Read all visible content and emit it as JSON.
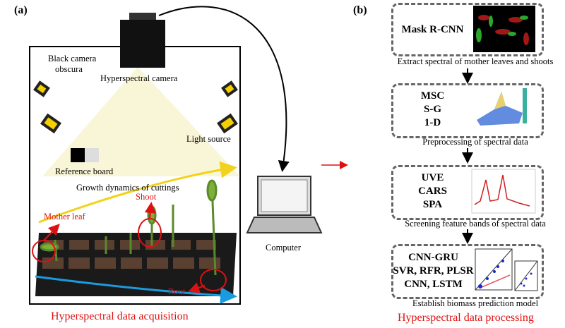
{
  "panel_a": {
    "label": "(a)",
    "caption": "Hyperspectral data acquisition",
    "labels": {
      "obscura": [
        "Black camera",
        "obscura"
      ],
      "camera": "Hyperspectral camera",
      "light": "Light source",
      "reference": "Reference board",
      "growth": "Growth dynamics of cuttings",
      "shoot": "Shoot",
      "mother_leaf": "Mother leaf",
      "root": "Root",
      "computer": "Computer"
    }
  },
  "panel_b": {
    "label": "(b)",
    "caption": "Hyperspectral data processing",
    "steps": [
      {
        "methods": [
          "Mask R-CNN"
        ],
        "caption": "Extract spectral of mother leaves and shoots"
      },
      {
        "methods": [
          "MSC",
          "S-G",
          "1-D"
        ],
        "caption": "Preprocessing of spectral data"
      },
      {
        "methods": [
          "UVE",
          "CARS",
          "SPA"
        ],
        "caption": "Screening feature bands of spectral data"
      },
      {
        "methods": [
          "CNN-GRU",
          "SVR, RFR, PLSR",
          "CNN, LSTM"
        ],
        "caption": "Establish biomass prediction model"
      }
    ]
  },
  "colors": {
    "accent_red": "#e01010",
    "arrow_yellow": "#f2d21a",
    "arrow_blue": "#1a9be0",
    "box_border": "#666666"
  }
}
